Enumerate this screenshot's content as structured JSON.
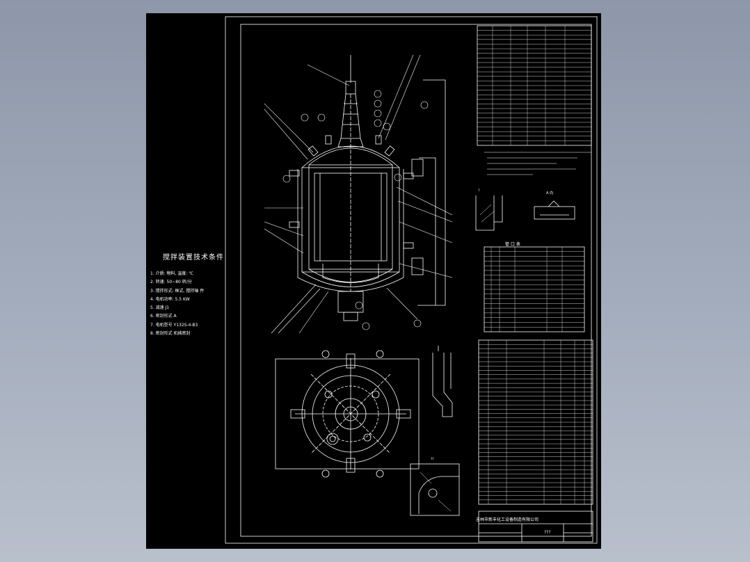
{
  "requirements": {
    "title": "搅拌装置技术条件",
    "items": [
      "1. 介质: 物料, 温度: ℃",
      "2. 转速: 50~80 转/分",
      "3. 搅拌形式: 框式, 搅拌轴  件",
      "4. 电机功率: 5.5 KW",
      "5. 减速 J1",
      "6. 密封形式 A",
      "7. 电机型号 Y132S-4-B3",
      "8. 密封形式 机械密封"
    ]
  },
  "nozzle_table": {
    "title": "管 口 表"
  },
  "title_block": {
    "company": "吉林市新丰化工设备制造有限公司",
    "scale": "???"
  },
  "drawing_labels": {
    "view_a": "A 向",
    "detail_1": "I",
    "detail_2": "II"
  },
  "colors": {
    "background": "#000000",
    "lines": "#ffffff",
    "page_gradient_top": "#8d97a9",
    "page_gradient_bottom": "#b9c0cc"
  }
}
